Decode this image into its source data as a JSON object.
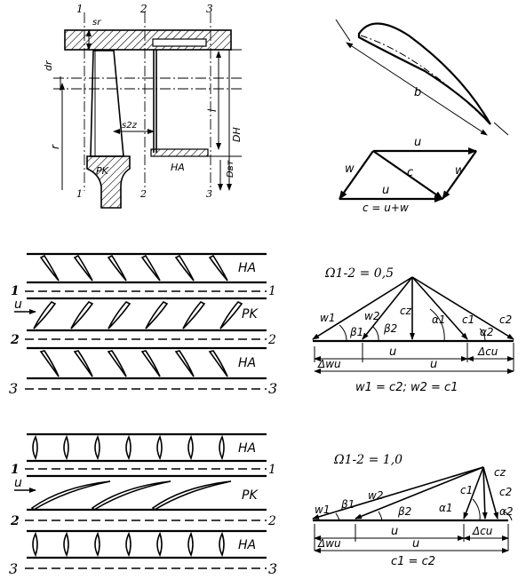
{
  "section1": {
    "sec1_top": "1",
    "sec2_top": "2",
    "sec3_top": "3",
    "sec1_bot": "1",
    "sec2_bot": "2",
    "sec3_bot": "3",
    "s_r": "sr",
    "d_r": "dr",
    "s_2z": "s2z",
    "r": "r",
    "l": "l",
    "d_h": "DH",
    "d_bt": "Dвт",
    "rk": "PK",
    "na": "HA"
  },
  "airfoil": {
    "b": "b"
  },
  "velocity_top": {
    "u1": "u",
    "w1": "w",
    "c": "c",
    "w2": "w",
    "u2": "u",
    "equation": "c = u+w"
  },
  "cascade_a": {
    "na_top": "HA",
    "rk": "PK",
    "na_bottom": "HA",
    "u": "u",
    "l1_left": "1",
    "l1_right": "1",
    "l2_left": "2",
    "l2_right": "2",
    "l3_left": "3",
    "l3_right": "3"
  },
  "triangle_a": {
    "omega": "Ω1-2 = 0,5",
    "w1": "w1",
    "w2": "w2",
    "cz": "cz",
    "c1": "c1",
    "c2": "c2",
    "beta1": "β1",
    "beta2": "β2",
    "alpha1": "α1",
    "alpha2": "α2",
    "u_inner": "u",
    "u_outer": "u",
    "dcu": "Δcu",
    "dwu": "Δwu",
    "equation": "w1 = c2;  w2 = c1"
  },
  "cascade_b": {
    "na_top": "HA",
    "rk": "PK",
    "na_bottom": "HA",
    "u": "u",
    "l1_left": "1",
    "l1_right": "1",
    "l2_left": "2",
    "l2_right": "2",
    "l3_left": "3",
    "l3_right": "3"
  },
  "triangle_b": {
    "omega": "Ω1-2 = 1,0",
    "w1": "w1",
    "w2": "w2",
    "cz": "cz",
    "c1": "c1",
    "c2": "c2",
    "beta1": "β1",
    "beta2": "β2",
    "alpha1": "α1",
    "alpha2": "α2",
    "u_inner": "u",
    "u_outer": "u",
    "dcu": "Δcu",
    "dwu": "Δwu",
    "equation": "c1 = c2"
  }
}
